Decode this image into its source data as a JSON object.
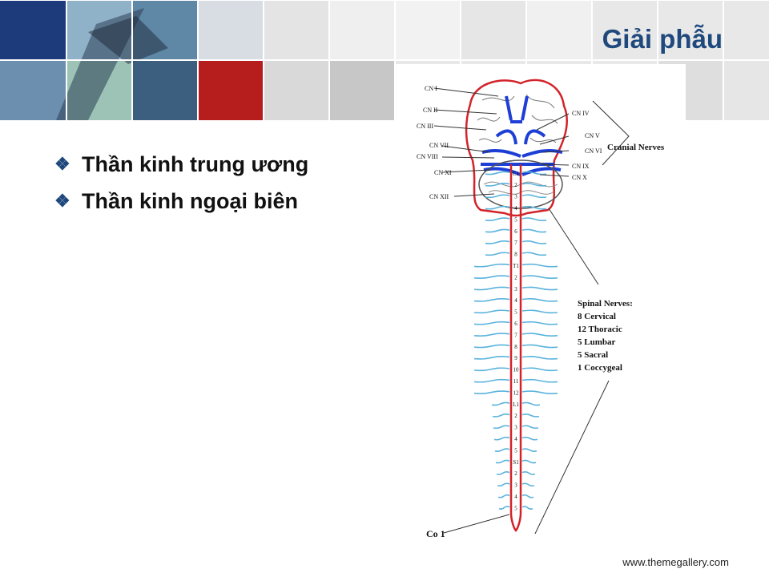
{
  "slide": {
    "title": "Giải phẫu",
    "bullets": [
      "Thần kinh trung ương",
      "Thần kinh ngoại biên"
    ],
    "footer": "www.themegallery.com"
  },
  "figure": {
    "cranial_left": [
      "CN I",
      "CN II",
      "CN III",
      "CN VII",
      "CN VIII",
      "CN XI",
      "CN XII"
    ],
    "cranial_right": [
      "CN IV",
      "CN V",
      "CN VI",
      "CN IX",
      "CN X"
    ],
    "cranial_title": "Cranial Nerves",
    "spinal_title": "Spinal Nerves:",
    "spinal_lines": [
      "8 Cervical",
      "12 Thoracic",
      "5 Lumbar",
      "5 Sacral",
      "1 Coccygeal"
    ],
    "coccyx_label": "Co 1",
    "segments": [
      "C1",
      "2",
      "3",
      "4",
      "5",
      "6",
      "7",
      "8",
      "T1",
      "2",
      "3",
      "4",
      "5",
      "6",
      "7",
      "8",
      "9",
      "10",
      "11",
      "12",
      "L1",
      "2",
      "3",
      "4",
      "5",
      "S1",
      "2",
      "3",
      "4",
      "5"
    ],
    "colors": {
      "spinal_nerve": "#5ab3dd",
      "cranial_nerve": "#1d3fd6",
      "dura": "#d2232a"
    }
  }
}
